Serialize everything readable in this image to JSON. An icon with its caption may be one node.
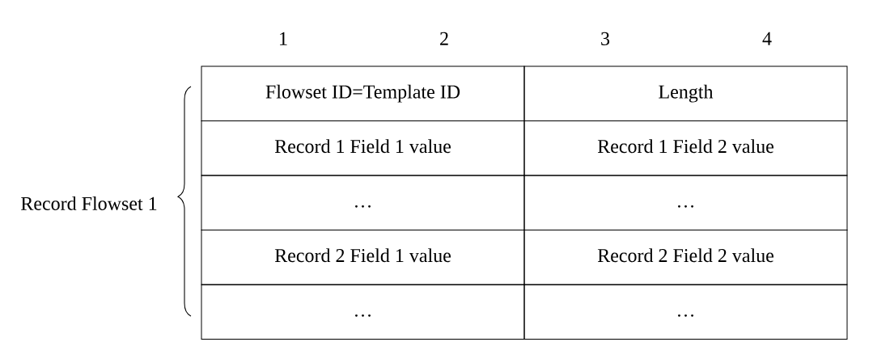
{
  "diagram": {
    "labels": [
      "1",
      "2",
      "3",
      "4",
      "Flowset ID=Template ID",
      "Length",
      "Record 1 Field 1 value",
      "Record 1 Field 2 value",
      "Record Flowset 1",
      "…",
      "…",
      "Record 2 Field 1 value",
      "Record 2 Field 2 value",
      "…",
      "…"
    ]
  }
}
